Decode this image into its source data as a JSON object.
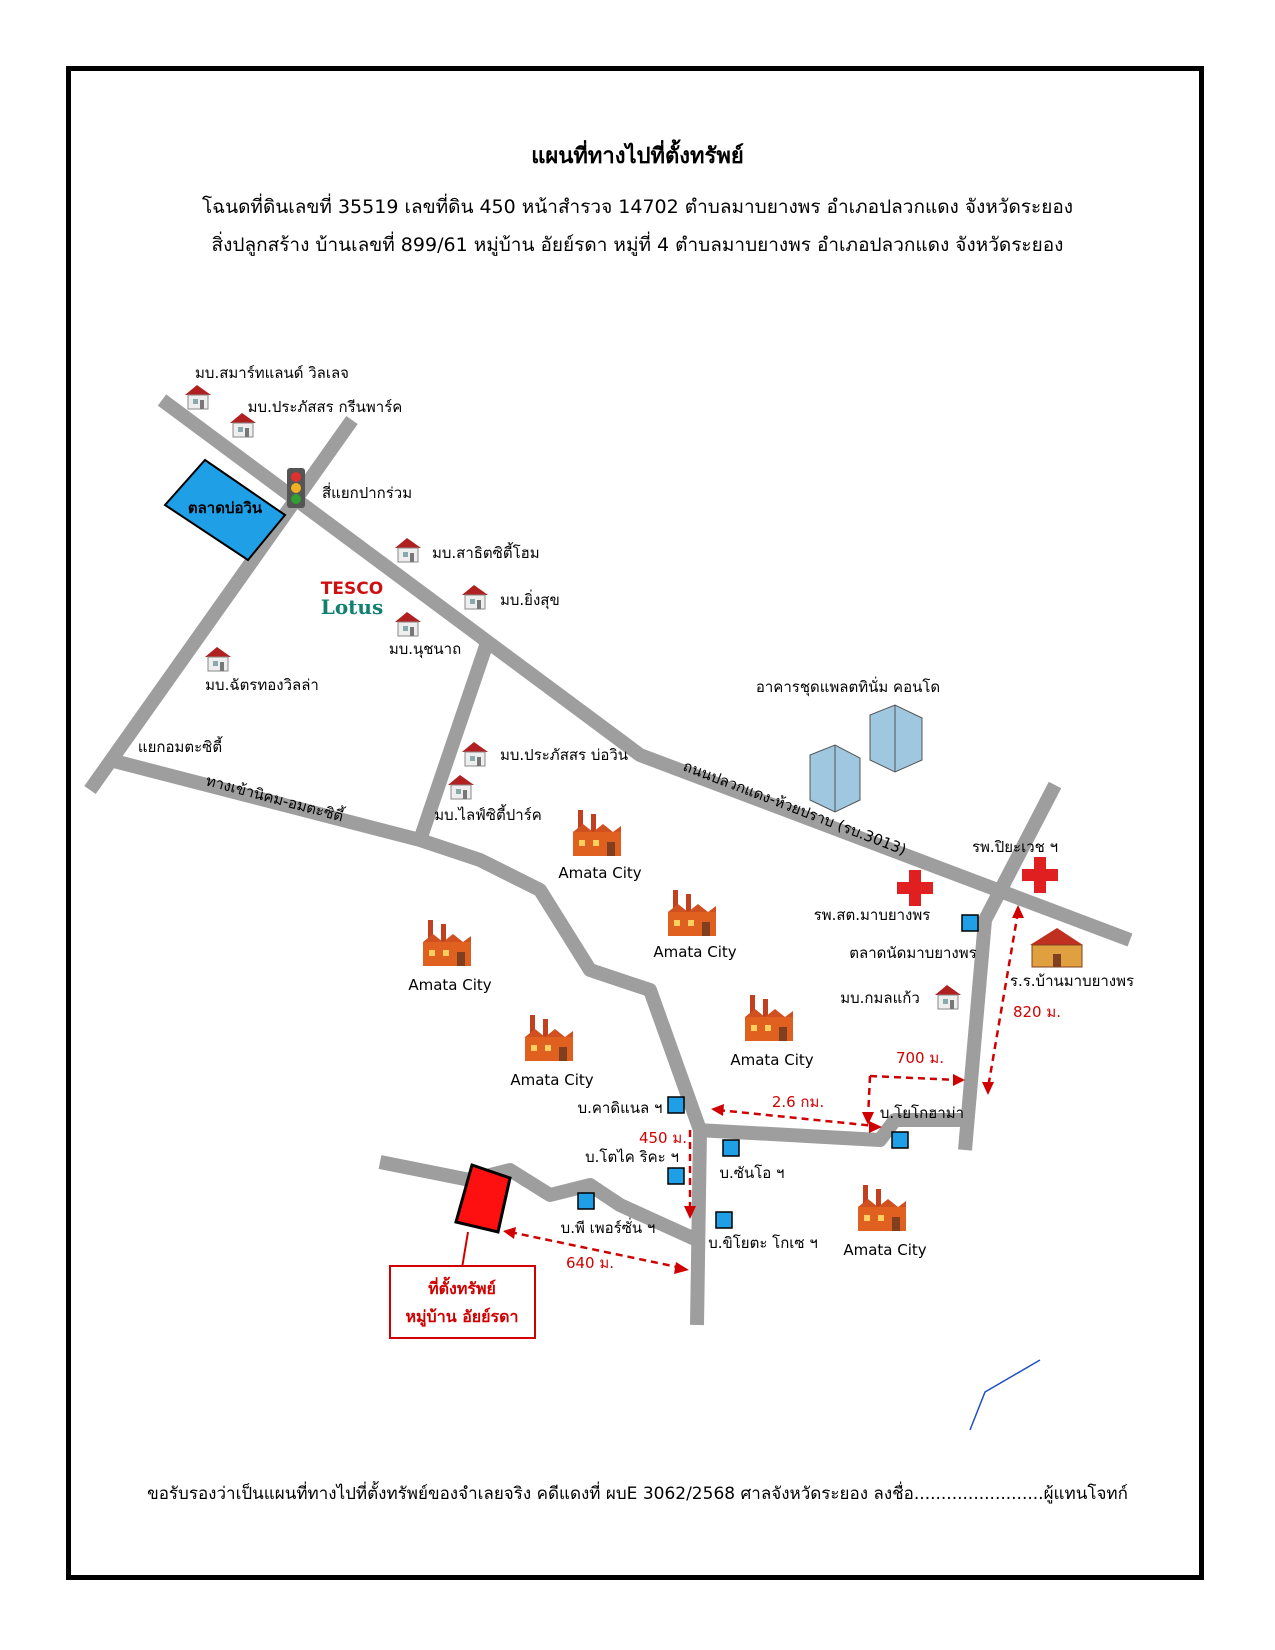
{
  "header": {
    "title": "แผนที่ทางไปที่ตั้งทรัพย์",
    "line1": "โฉนดที่ดินเลขที่ 35519  เลขที่ดิน 450  หน้าสำรวจ 14702  ตำบลมาบยางพร  อำเภอปลวกแดง  จังหวัดระยอง",
    "line2": "สิ่งปลูกสร้าง  บ้านเลขที่ 899/61  หมู่บ้าน อัยย์รดา  หมู่ที่ 4  ตำบลมาบยางพร  อำเภอปลวกแดง  จังหวัดระยอง"
  },
  "places": {
    "smart_land": "มบ.สมาร์ทแลนด์ วิลเลจ",
    "prakassorn_green": "มบ.ประภัสสร กรีนพาร์ค",
    "talad_bowin": "ตลาดบ่อวิน",
    "intersection": "สี่แยกปากร่วม",
    "sathit_city": "มบ.สาธิตซิตี้โฮม",
    "yingsuk": "มบ.ยิ่งสุข",
    "nuchanat": "มบ.นุชนาถ",
    "chatthong": "มบ.ฉัตรทองวิลล่า",
    "amata_junction": "แยกอมตะซิตี้",
    "prakassorn_bowin": "มบ.ประภัสสร บ่อวิน",
    "life_city": "มบ.ไลฟ์ซิตี้ปาร์ค",
    "platinum_condo": "อาคารชุดแพลตทินั่ม คอนโด",
    "piyavej": "รพ.ปิยะเวช ฯ",
    "rpsot": "รพ.สต.มาบยางพร",
    "talad_nat": "ตลาดนัดมาบยางพร",
    "school": "ร.ร.บ้านมาบยางพร",
    "kamonkaew": "มบ.กมลแก้ว",
    "yokohama": "บ.โยโกฮาม่า",
    "cardinal": "บ.คาดิแนล ฯ",
    "tokai": "บ.โตไค ริคะ ฯ",
    "sunoh": "บ.ซันโอ ฯ",
    "p_person": "บ.พี เพอร์ซั่น ฯ",
    "kiyota": "บ.ขิโยตะ โกเซ ฯ",
    "property_line1": "ที่ตั้งทรัพย์",
    "property_line2": "หมู่บ้าน อัยย์รดา",
    "tesco_top": "TESCO",
    "tesco_bottom": "Lotus"
  },
  "roads": {
    "main_road": "ถนนปลวกแดง-ห้วยปราบ (รบ.3013)",
    "amata_road": "ทางเข้านิคม-อมตะซิตี้"
  },
  "amata_label": "Amata City",
  "distances": {
    "d820": "820 ม.",
    "d700": "700 ม.",
    "d26": "2.6 กม.",
    "d450": "450 ม.",
    "d640": "640 ม."
  },
  "footer": "ขอรับรองว่าเป็นแผนที่ทางไปที่ตั้งทรัพย์ของจำเลยจริง คดีแดงที่ ผบE 3062/2568 ศาลจังหวัดระยอง ลงชื่อ........................ผู้แทนโจทก์",
  "colors": {
    "road": "#9e9e9e",
    "market": "#1e9fe6",
    "red": "#d00000",
    "factory": "#e06020",
    "house_roof": "#b02020"
  }
}
